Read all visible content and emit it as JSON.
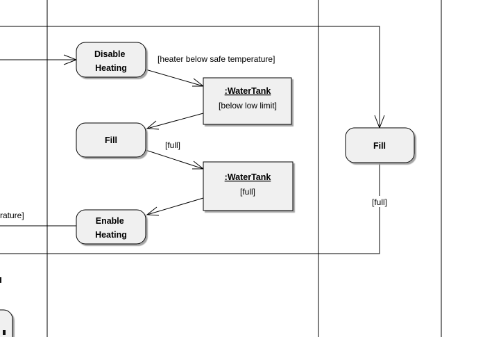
{
  "diagram": {
    "nodes": {
      "disable_heating": {
        "line1": "Disable",
        "line2": "Heating"
      },
      "fill_left": {
        "label": "Fill"
      },
      "enable_heating": {
        "line1": "Enable",
        "line2": "Heating"
      },
      "fill_right": {
        "label": "Fill"
      },
      "tank_low": {
        "name": ":WaterTank",
        "state": "[below low limit]"
      },
      "tank_full": {
        "name": ":WaterTank",
        "state": "[full]"
      }
    },
    "labels": {
      "heater_guard": "[heater below safe temperature]",
      "full_guard_left": "[full]",
      "full_guard_right": "[full]",
      "partial_left_text": "rature]"
    }
  }
}
